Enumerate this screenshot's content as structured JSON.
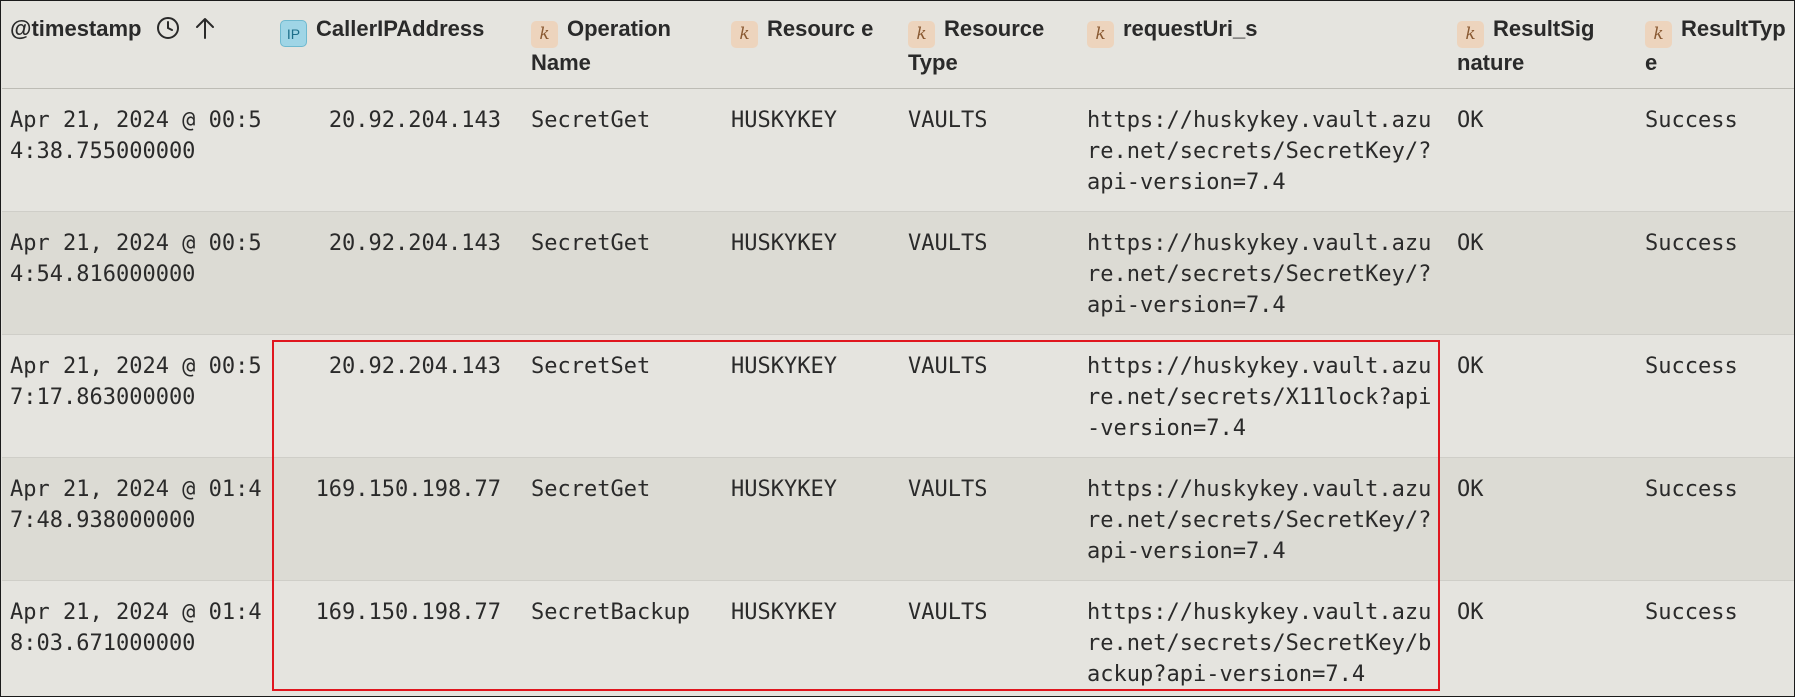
{
  "columns": [
    {
      "label": "@timestamp",
      "type_badge": ""
    },
    {
      "label": "CallerIPAddress",
      "type_badge": "IP"
    },
    {
      "label": "Operation Name",
      "type_badge": "k"
    },
    {
      "label": "Resourc e",
      "type_badge": "k"
    },
    {
      "label": "Resource Type",
      "type_badge": "k"
    },
    {
      "label": "requestUri_s",
      "type_badge": "k"
    },
    {
      "label": "ResultSig nature",
      "type_badge": "k"
    },
    {
      "label": "ResultTyp e",
      "type_badge": "k"
    }
  ],
  "rows": [
    {
      "timestamp": "Apr 21, 2024 @ 00:54:38.755000000",
      "ip": "20.92.204.143",
      "operation": "SecretGet",
      "resource": "HUSKYKEY",
      "resource_type": "VAULTS",
      "uri": "https://huskykey.vault.azure.net/secrets/SecretKey/?api-version=7.4",
      "signature": "OK",
      "result": "Success"
    },
    {
      "timestamp": "Apr 21, 2024 @ 00:54:54.816000000",
      "ip": "20.92.204.143",
      "operation": "SecretGet",
      "resource": "HUSKYKEY",
      "resource_type": "VAULTS",
      "uri": "https://huskykey.vault.azure.net/secrets/SecretKey/?api-version=7.4",
      "signature": "OK",
      "result": "Success"
    },
    {
      "timestamp": "Apr 21, 2024 @ 00:57:17.863000000",
      "ip": "20.92.204.143",
      "operation": "SecretSet",
      "resource": "HUSKYKEY",
      "resource_type": "VAULTS",
      "uri": "https://huskykey.vault.azure.net/secrets/X11lock?api-version=7.4",
      "signature": "OK",
      "result": "Success"
    },
    {
      "timestamp": "Apr 21, 2024 @ 01:47:48.938000000",
      "ip": "169.150.198.77",
      "operation": "SecretGet",
      "resource": "HUSKYKEY",
      "resource_type": "VAULTS",
      "uri": "https://huskykey.vault.azure.net/secrets/SecretKey/?api-version=7.4",
      "signature": "OK",
      "result": "Success"
    },
    {
      "timestamp": "Apr 21, 2024 @ 01:48:03.671000000",
      "ip": "169.150.198.77",
      "operation": "SecretBackup",
      "resource": "HUSKYKEY",
      "resource_type": "VAULTS",
      "uri": "https://huskykey.vault.azure.net/secrets/SecretKey/backup?api-version=7.4",
      "signature": "OK",
      "result": "Success"
    }
  ],
  "icons": {
    "clock": "clock-icon",
    "sort": "sort-ascending-arrow-icon"
  },
  "colors": {
    "highlight_box": "#e0161f",
    "ip_badge": "#9fd5e6",
    "keyword_badge": "#edd4bd"
  }
}
